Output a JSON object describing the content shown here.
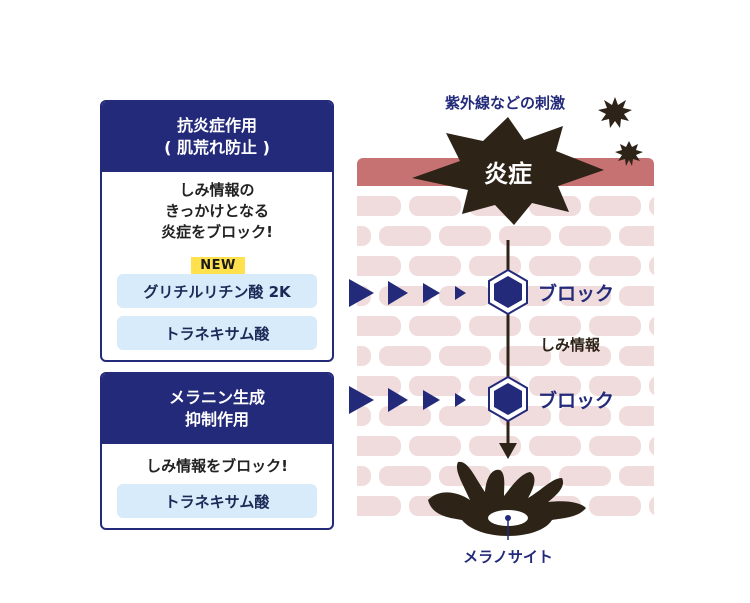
{
  "card1": {
    "title_line1": "抗炎症作用",
    "title_line2": "( 肌荒れ防止 )",
    "desc_line1": "しみ情報の",
    "desc_line2": "きっかけとなる",
    "desc_line3": "炎症をブロック!",
    "new_badge": "NEW",
    "ingredient1": "グリチルリチン酸 2K",
    "ingredient2": "トラネキサム酸"
  },
  "card2": {
    "title_line1": "メラニン生成",
    "title_line2": "抑制作用",
    "desc": "しみ情報をブロック!",
    "ingredient": "トラネキサム酸"
  },
  "diagram": {
    "stimulus_label": "紫外線などの刺激",
    "inflammation_label": "炎症",
    "block_label_1": "ブロック",
    "signal_label": "しみ情報",
    "block_label_2": "ブロック",
    "melanocyte_label": "メラノサイト"
  },
  "colors": {
    "navy": "#232a7a",
    "skin_top": "#c77272",
    "skin_cell": "#f0dcdc",
    "pill": "#d8ebfa",
    "badge": "#ffe14d",
    "brown": "#2e2317"
  }
}
